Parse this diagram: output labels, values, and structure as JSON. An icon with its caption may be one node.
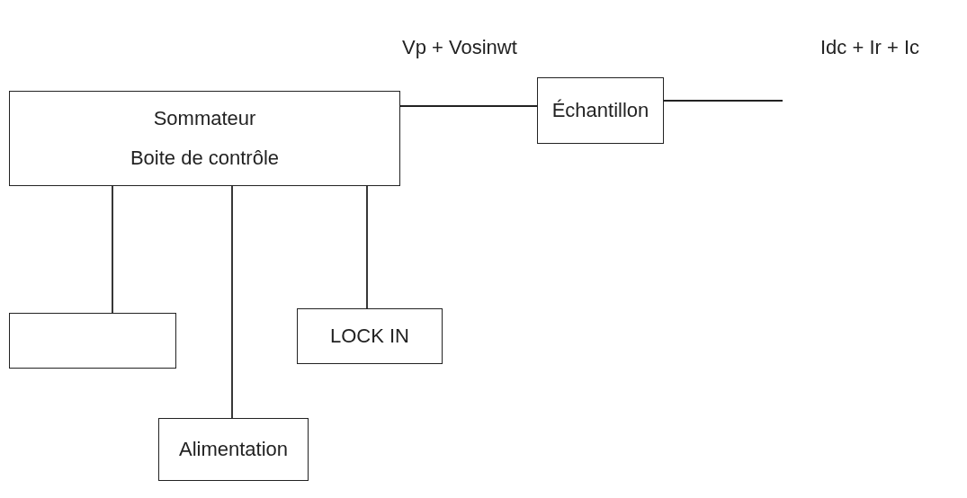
{
  "diagram": {
    "nodes": [
      {
        "text": [
          "Sommateur",
          "Boite de contrôle"
        ]
      },
      {
        "text": [
          "Échantillon"
        ]
      },
      {
        "text": [],
        "shape": "box"
      },
      {
        "text": [
          "LOCK IN"
        ]
      },
      {
        "text": [
          "Alimentation"
        ]
      }
    ],
    "edges": [
      {
        "from": 0,
        "to": 1,
        "arrow": "none"
      },
      {
        "from": 1,
        "to": null,
        "arrow": "none"
      },
      {
        "from": 0,
        "to": 2,
        "arrow": "none"
      },
      {
        "from": 0,
        "to": 4,
        "arrow": "none"
      },
      {
        "from": 0,
        "to": 3,
        "arrow": "none"
      }
    ],
    "labels": [
      "Vp + Vosinwt",
      "Idc + Ir + Ic"
    ]
  }
}
